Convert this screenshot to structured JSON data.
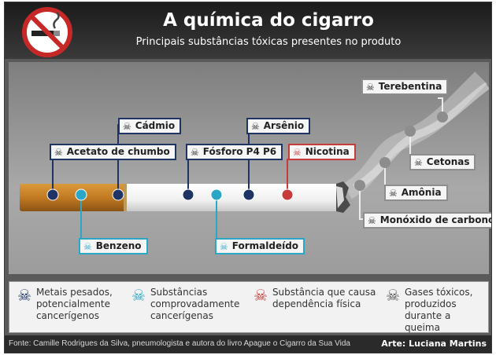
{
  "header": {
    "title": "A química do cigarro",
    "subtitle": "Principais substâncias tóxicas presentes no produto",
    "icon": "no-smoking-icon"
  },
  "substances": {
    "acetato": "Acetato de chumbo",
    "cadmio": "Cádmio",
    "benzeno": "Benzeno",
    "fosforo": "Fósforo P4 P6",
    "arsenio": "Arsênio",
    "formaldeido": "Formaldeído",
    "nicotina": "Nicotina",
    "terebentina": "Terebentina",
    "cetonas": "Cetonas",
    "amonia": "Amônia",
    "monoxido": "Monóxido de carbono"
  },
  "legend": {
    "metals": "Metais pesados,\npotencialmente\ncancerígenos",
    "carcinogens": "Substâncias\ncomprovadamente\ncancerígenas",
    "dependence": "Substância que causa\ndependência física",
    "gases": "Gases tóxicos,\nproduzidos\ndurante a queima"
  },
  "footer": {
    "source": "Fonte: Camille Rodrigues da Silva, pneumologista e autora do livro Apague o Cigarro da Sua Vida",
    "credit": "Arte: Luciana Martins"
  },
  "colors": {
    "metals": "#1e3464",
    "carcinogens": "#2aa7c6",
    "dependence": "#c73b3b",
    "gases": "#8d8d8d"
  }
}
